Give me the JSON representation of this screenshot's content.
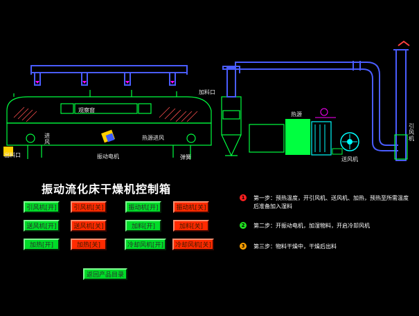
{
  "diagram": {
    "labels": {
      "feed_inlet": "加料口",
      "view_window": "观察窗",
      "heat_source": "热源",
      "heat_inlet": "热源进风",
      "air_inlet": "进风",
      "vib_motor": "振动电机",
      "spring": "弹簧",
      "outlet": "出料口",
      "blower": "送风机",
      "induced_fan": "引风机"
    },
    "colors": {
      "pipe": "#4a5dff",
      "frame": "#00ff40",
      "yellow": "#ffd000",
      "magenta": "#ff00ff",
      "cyan": "#00ffff"
    }
  },
  "panel": {
    "title": "振动流化床干燥机控制箱",
    "buttons": [
      {
        "id": "induced-fan-on",
        "label": "引风机[开]",
        "state": "on"
      },
      {
        "id": "induced-fan-off",
        "label": "引风机[关]",
        "state": "off"
      },
      {
        "id": "vibrator-on",
        "label": "振动机[开]",
        "state": "on"
      },
      {
        "id": "vibrator-off",
        "label": "振动机[关]",
        "state": "off"
      },
      {
        "id": "blower-on",
        "label": "送风机[开]",
        "state": "on"
      },
      {
        "id": "blower-off",
        "label": "送风机[关]",
        "state": "off"
      },
      {
        "id": "feed-on",
        "label": "加料[开]",
        "state": "on"
      },
      {
        "id": "feed-off",
        "label": "加料[关]",
        "state": "off"
      },
      {
        "id": "heat-on",
        "label": "加热[开]",
        "state": "on"
      },
      {
        "id": "heat-off",
        "label": "加热[关]",
        "state": "off"
      },
      {
        "id": "cool-fan-on",
        "label": "冷却风机[开]",
        "state": "on"
      },
      {
        "id": "cool-fan-off",
        "label": "冷却风机[关]",
        "state": "off"
      }
    ],
    "return_button": "返回产品目录",
    "steps": [
      {
        "num": "1",
        "color": "#ff2020",
        "text": "第一步：预热温度，开引风机、送风机、加热，预热至所需温度后准备加入湿料"
      },
      {
        "num": "2",
        "color": "#20e020",
        "text": "第二步：开振动电机，加湿物料，开启冷却风机"
      },
      {
        "num": "3",
        "color": "#ffa000",
        "text": "第三步：物料干燥中，干燥后出料"
      }
    ]
  }
}
